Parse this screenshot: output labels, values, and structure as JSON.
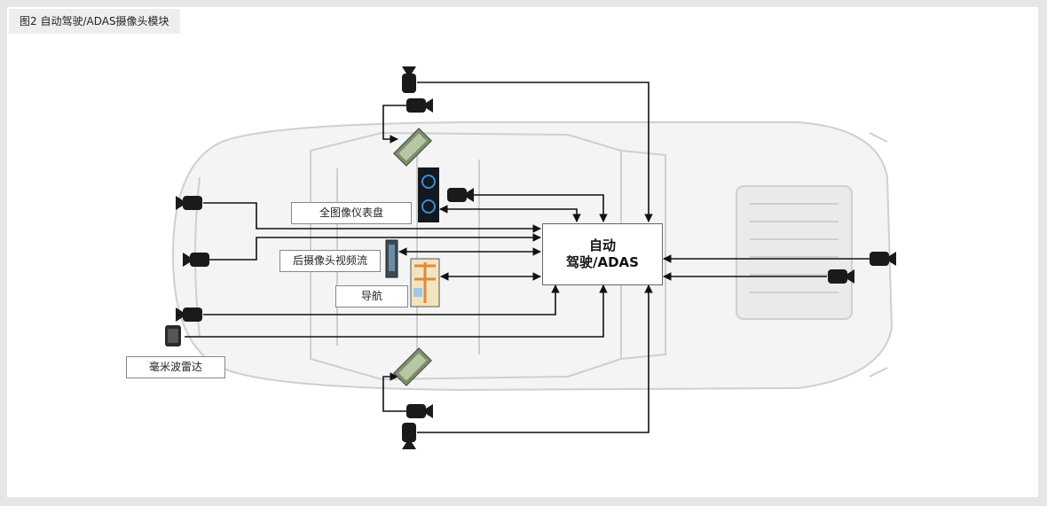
{
  "figure": {
    "caption": "图2  自动驾驶/ADAS摄像头模块"
  },
  "hub": {
    "line1": "自动",
    "line2": "驾驶/ADAS"
  },
  "labels": {
    "instrument_cluster": "全图像仪表盘",
    "rear_camera_video": "后摄像头视频流",
    "navigation": "导航",
    "mmwave_radar": "毫米波雷达"
  },
  "colors": {
    "background": "#e6e6e6",
    "panel": "#ffffff",
    "lines": "#111111",
    "camera": "#1a1a1a",
    "car": "#d4d4d4"
  }
}
